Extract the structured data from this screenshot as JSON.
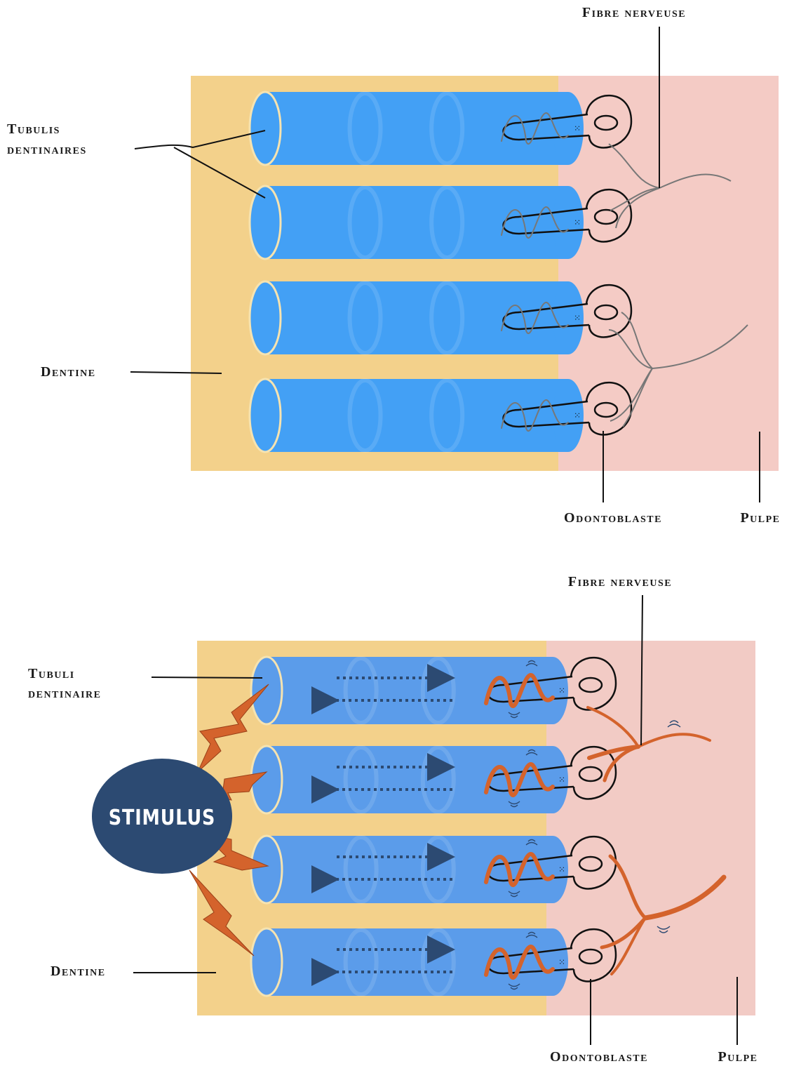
{
  "top": {
    "labels": {
      "fibre": "Fibre nerveuse",
      "tubulis_line1": "Tubulis",
      "tubulis_line2": "dentinaires",
      "dentine": "Dentine",
      "odontoblaste": "Odontoblaste",
      "pulpe": "Pulpe"
    }
  },
  "bottom": {
    "labels": {
      "fibre": "Fibre nerveuse",
      "tubuli_line1": "Tubuli",
      "tubuli_line2": "dentinaire",
      "dentine": "Dentine",
      "odontoblaste": "Odontoblaste",
      "pulpe": "Pulpe",
      "stimulus": "STIMULUS"
    }
  },
  "colors": {
    "dentine": "#f3d18b",
    "pulpe": "#f4cbc5",
    "tubule_top": "#43a0f5",
    "tubule_bottom": "#5b9cea",
    "stimulus": "#2c4a72",
    "lightning": "#d4632c",
    "nerve_active": "#d4632c"
  },
  "icons": [
    "lightning-bolt-icon",
    "double-arrow-icon",
    "vibration-mark-icon"
  ]
}
